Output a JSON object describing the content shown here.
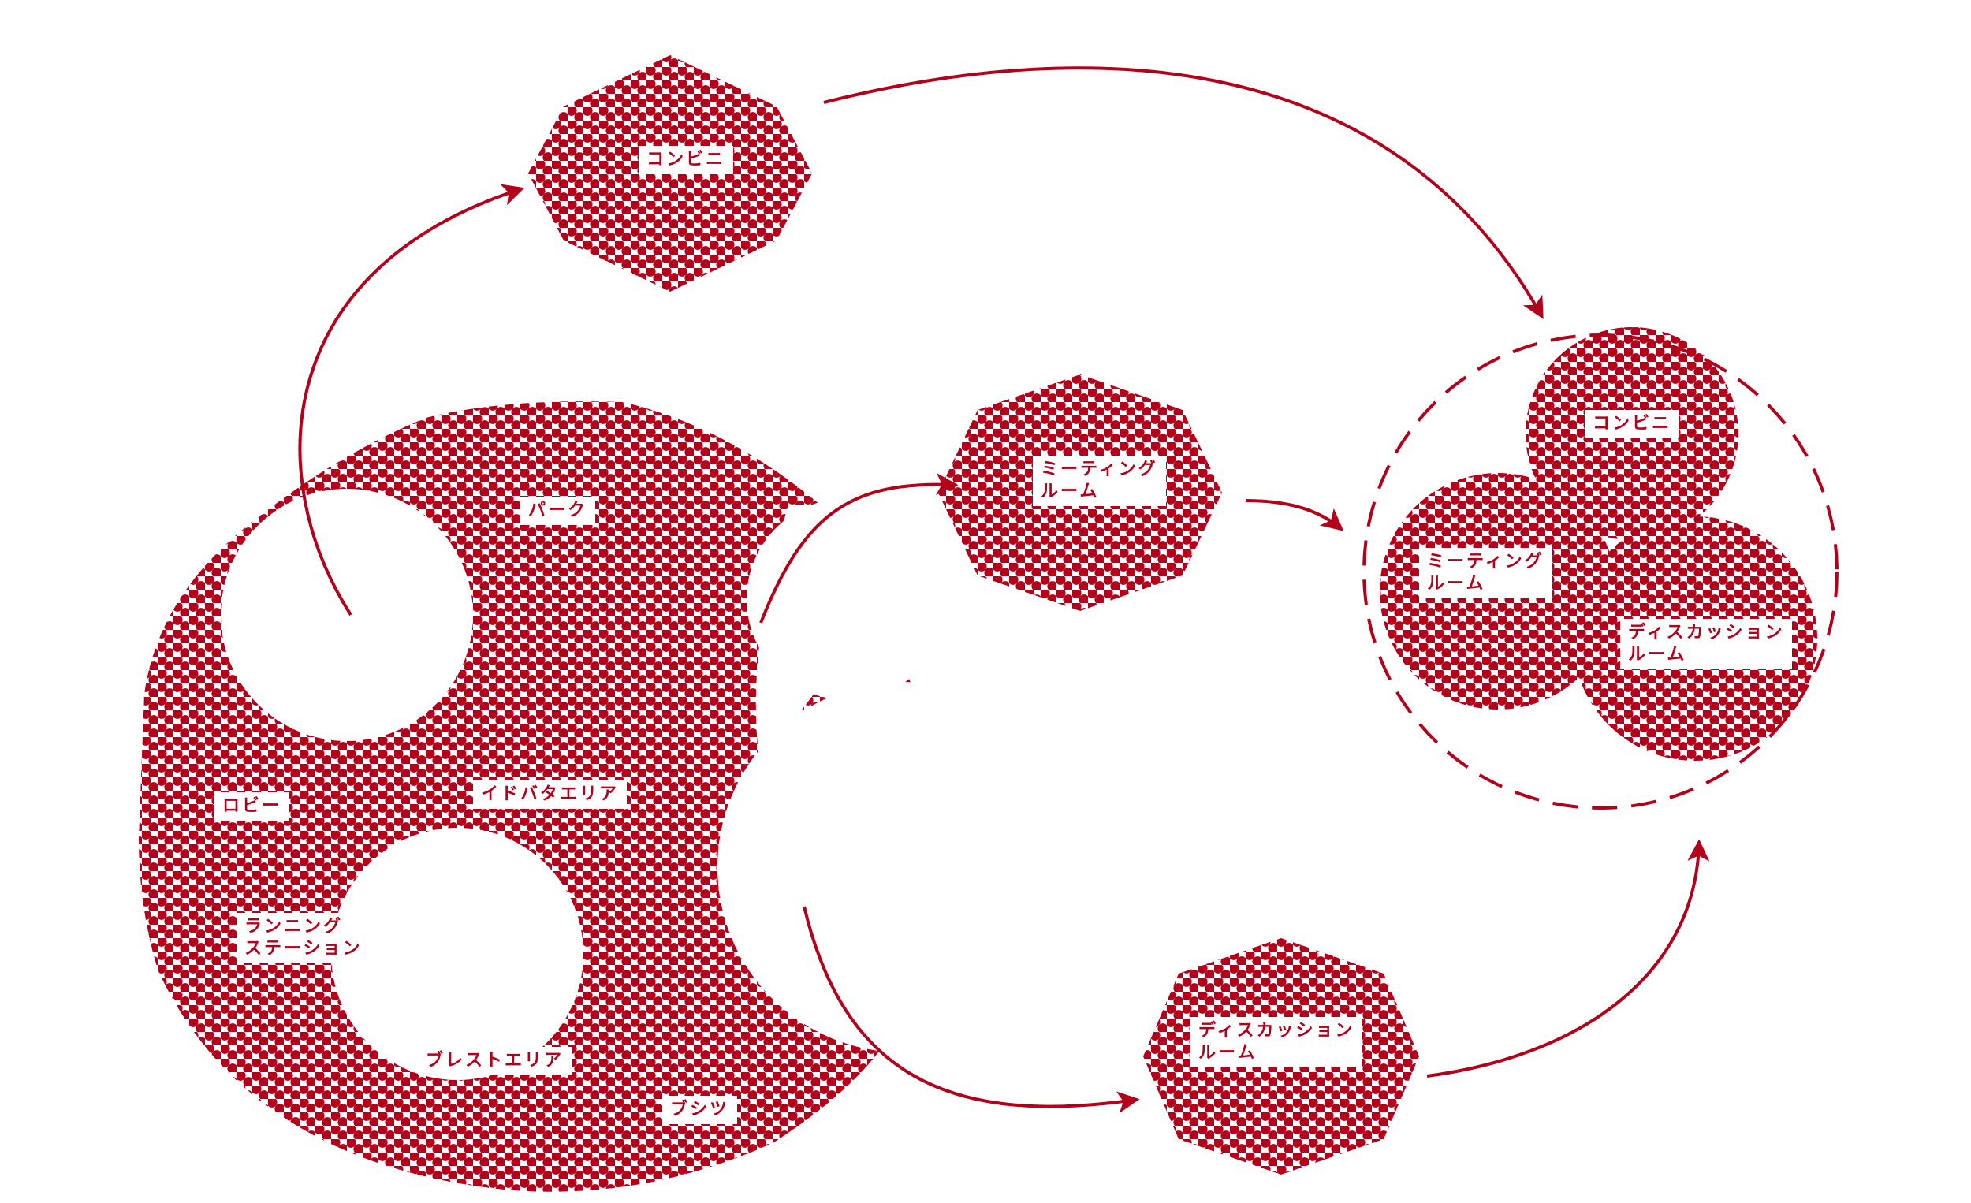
{
  "colors": {
    "accent": "#b3001b",
    "background": "#ffffff"
  },
  "labels": {
    "top_convenience": "コンビニ",
    "park": "パーク",
    "lobby": "ロビー",
    "idobata": "イドバタエリア",
    "running_1": "ランニング",
    "running_2": "ステーション",
    "brest": "ブレストエリア",
    "bushitsu": "ブシツ",
    "meeting_1": "ミーティング",
    "meeting_2": "ルーム",
    "discussion_1": "ディスカッション",
    "discussion_2": "ルーム",
    "combined_convenience": "コンビニ",
    "combined_meeting_1": "ミーティング",
    "combined_meeting_2": "ルーム",
    "combined_discussion_1": "ディスカッション",
    "combined_discussion_2": "ルーム"
  }
}
